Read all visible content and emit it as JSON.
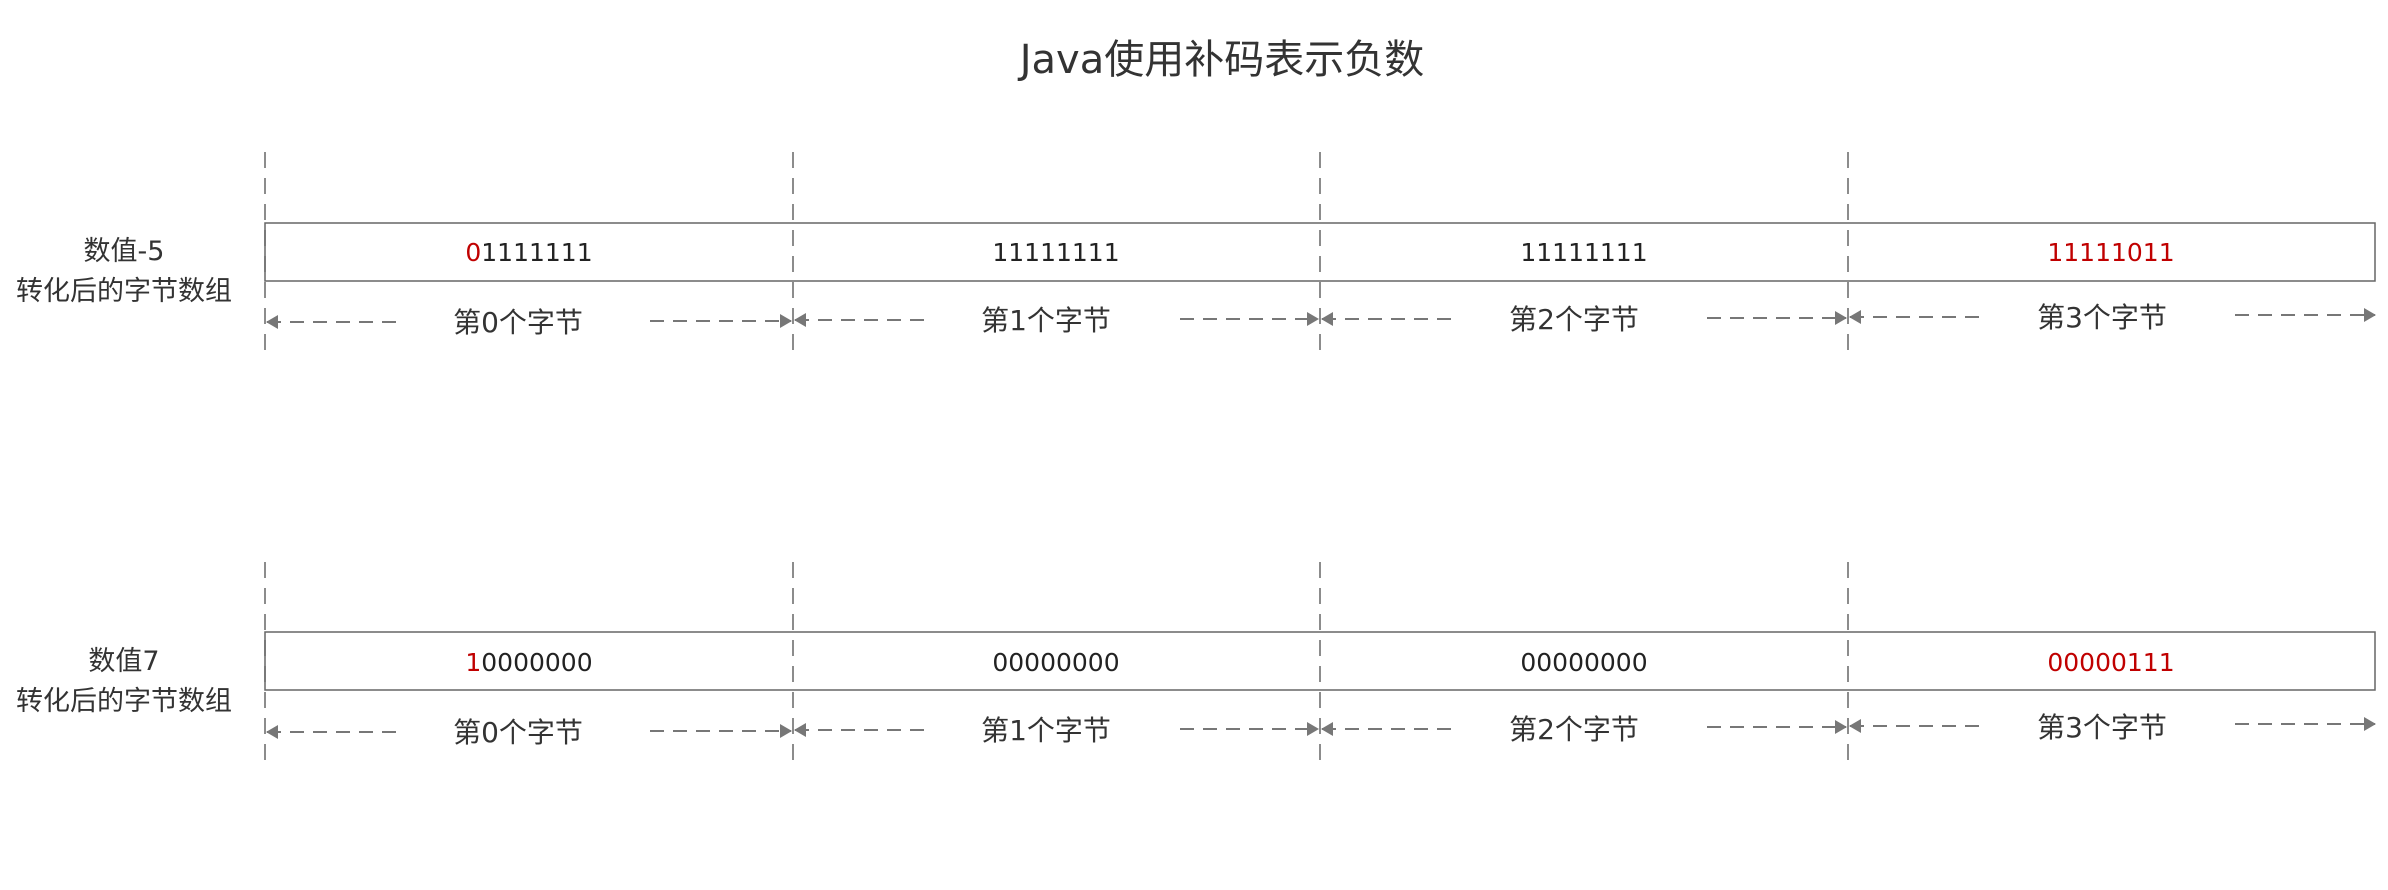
{
  "title": "Java使用补码表示负数",
  "colors": {
    "highlight": "#c00000",
    "text": "#222222",
    "line": "#666666",
    "arrow": "#777777"
  },
  "rows": [
    {
      "label_line1": "数值-5",
      "label_line2": "转化后的字节数组",
      "bytes": [
        {
          "highlight": "0",
          "rest": "1111111",
          "all_red": false
        },
        {
          "highlight": "",
          "rest": "11111111",
          "all_red": false
        },
        {
          "highlight": "",
          "rest": "11111111",
          "all_red": false
        },
        {
          "highlight": "11111011",
          "rest": "",
          "all_red": true
        }
      ],
      "byte_labels": [
        "第0个字节",
        "第1个字节",
        "第2个字节",
        "第3个字节"
      ]
    },
    {
      "label_line1": "数值7",
      "label_line2": "转化后的字节数组",
      "bytes": [
        {
          "highlight": "1",
          "rest": "0000000",
          "all_red": false
        },
        {
          "highlight": "",
          "rest": "00000000",
          "all_red": false
        },
        {
          "highlight": "",
          "rest": "00000000",
          "all_red": false
        },
        {
          "highlight": "00000111",
          "rest": "",
          "all_red": true
        }
      ],
      "byte_labels": [
        "第0个字节",
        "第1个字节",
        "第2个字节",
        "第3个字节"
      ]
    }
  ]
}
